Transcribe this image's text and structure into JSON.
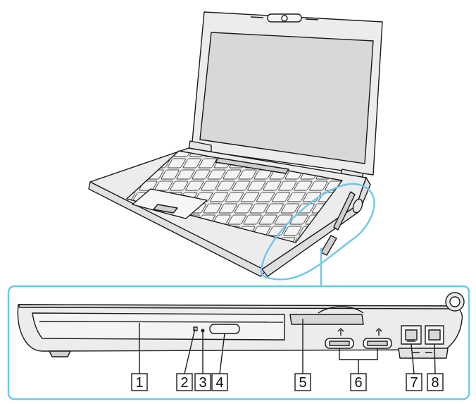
{
  "diagram": {
    "callouts": [
      {
        "id": 1,
        "label": "1"
      },
      {
        "id": 2,
        "label": "2"
      },
      {
        "id": 3,
        "label": "3"
      },
      {
        "id": 4,
        "label": "4"
      },
      {
        "id": 5,
        "label": "5"
      },
      {
        "id": 6,
        "label": "6"
      },
      {
        "id": 7,
        "label": "7"
      },
      {
        "id": 8,
        "label": "8"
      }
    ],
    "colors": {
      "outline": "#1a1a1a",
      "callout_frame": "#6ec6e8",
      "body_fill": "#ececec",
      "screen_fill": "#dcdcdc",
      "key_fill": "#f4f4f4"
    },
    "icons": [
      "laptop-illustration",
      "usb-icon",
      "network-port-icon",
      "modem-port-icon"
    ]
  }
}
